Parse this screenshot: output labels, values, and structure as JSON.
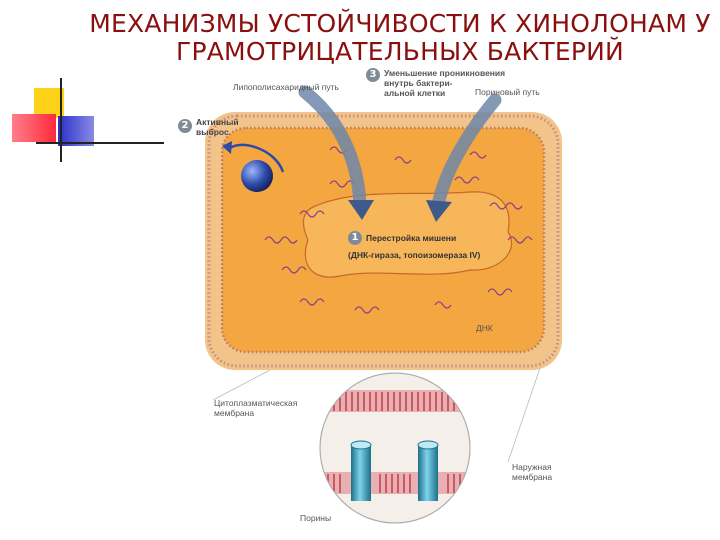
{
  "title": {
    "line1": "МЕХАНИЗМЫ УСТОЙЧИВОСТИ К ХИНОЛОНАМ У",
    "line2": "ГРАМОТРИЦАТЕЛЬНЫХ БАКТЕРИЙ"
  },
  "labels": {
    "lps_path": "Липополисахаридный путь",
    "porin_path": "Пориновый путь",
    "reduced_penetration": [
      "Уменьшение проникновения",
      "внутрь бактери-",
      "альной клетки"
    ],
    "active_efflux": [
      "Активный",
      "выброс"
    ],
    "target_change": [
      "Перестройка мишени",
      "(ДНК-гираза, топоизомераза IV)"
    ],
    "dna": "ДНК",
    "cytoplasmic_membrane": [
      "Цитоплазматическая",
      "мембрана"
    ],
    "outer_membrane": [
      "Наружная",
      "мембрана"
    ],
    "porins": "Порины"
  },
  "numbers": {
    "n1": "1",
    "n2": "2",
    "n3": "3"
  },
  "colors": {
    "title": "#8a1010",
    "cell_outer": "#f2c48a",
    "cell_inner": "#f4a640",
    "border_dots": "#c98a88",
    "arrow": "#6d87a8",
    "pump": "#2d4aa8",
    "porin": "#3aa6c4"
  }
}
